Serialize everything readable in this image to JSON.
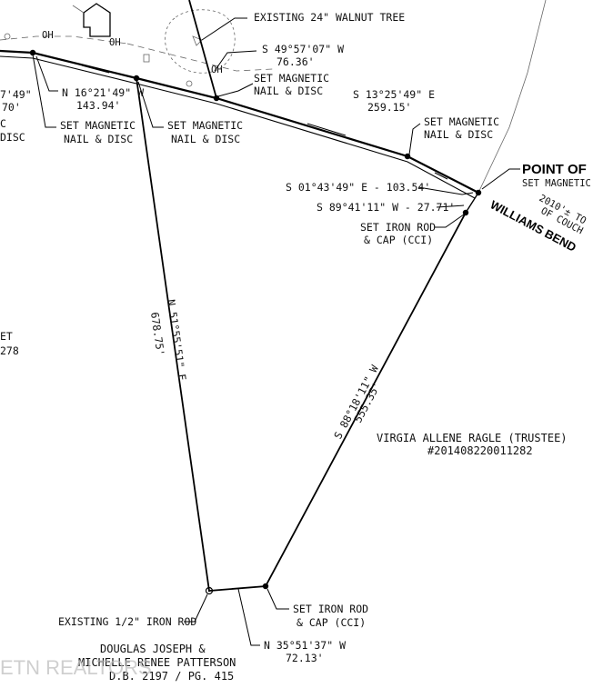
{
  "labels": {
    "walnut_tree": "EXISTING 24\" WALNUT TREE",
    "brg_tree": "S 49°57'07\" W",
    "dist_tree": "76.36'",
    "set_mag_top_1": "SET MAGNETIC",
    "set_mag_top_2": "NAIL & DISC",
    "brg_road": "S 13°25'49\" E",
    "dist_road": "259.15'",
    "set_mag_right_1": "SET MAGNETIC",
    "set_mag_right_2": "NAIL & DISC",
    "left_brg_frag": "7'49\"",
    "left_dist_frag": "70'",
    "left_c_frag": "C",
    "left_disc_frag": "DISC",
    "brg_west": "N 16°21'49\" W",
    "dist_west": "143.94'",
    "set_mag_left_1": "SET MAGNETIC",
    "set_mag_left_2": "NAIL & DISC",
    "set_mag_mid_1": "SET MAGNETIC",
    "set_mag_mid_2": "NAIL & DISC",
    "pob": "POINT OF",
    "pob_set_mag": "SET MAGNETIC",
    "note_2010_1": "2010'± TO",
    "note_2010_2": "OF COUCH",
    "road": "WILLIAMS BEND",
    "tie_1": "S 01°43'49\" E - 103.54'",
    "tie_2": "S 89°41'11\" W - 27.71'",
    "iron_rod_1": "SET IRON ROD",
    "iron_rod_2": "& CAP (CCI)",
    "left_et_frag": "ET",
    "left_278_frag": "278",
    "brg_long": "N 51°55'51\" E",
    "dist_long": "678.75'",
    "brg_diag": "S 88°18'11\" W",
    "dist_diag": "555.35'",
    "owner_name": "VIRGIA ALLENE RAGLE (TRUSTEE)",
    "owner_instr": "#201408220011282",
    "existing_rod": "EXISTING 1/2\" IRON ROD",
    "set_rod_bot_1": "SET IRON ROD",
    "set_rod_bot_2": "& CAP (CCI)",
    "brg_south": "N 35°51'37\" W",
    "dist_south": "72.13'",
    "adj_owner_1": "DOUGLAS JOSEPH &",
    "adj_owner_2": "MICHELLE RENEE PATTERSON",
    "adj_deed": "D.B. 2197 / PG. 415",
    "oh_label": "OH",
    "watermark": "ETN REALTORS"
  }
}
